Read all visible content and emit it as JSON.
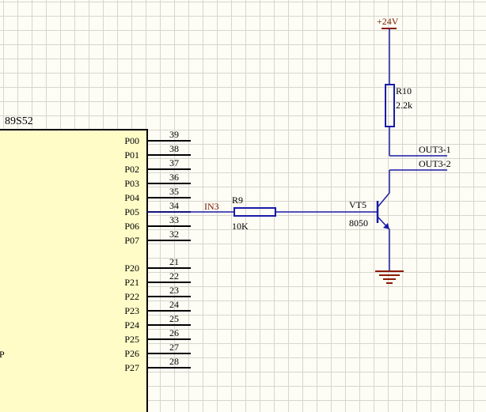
{
  "colors": {
    "background": "#fdfdf5",
    "grid": "#d6d6ce",
    "chip_fill": "#fffcc8",
    "wire_blue": "#1a1aa8",
    "pin_black": "#000000",
    "power_brown": "#8b1a00",
    "label_text": "#000000",
    "net_label_text": "#7a1a00"
  },
  "chip": {
    "name": "89S52",
    "partial_label": "P",
    "pins_group1": [
      {
        "name": "P00",
        "number": "39"
      },
      {
        "name": "P01",
        "number": "38"
      },
      {
        "name": "P02",
        "number": "37"
      },
      {
        "name": "P03",
        "number": "36"
      },
      {
        "name": "P04",
        "number": "35"
      },
      {
        "name": "P05",
        "number": "34"
      },
      {
        "name": "P06",
        "number": "33"
      },
      {
        "name": "P07",
        "number": "32"
      }
    ],
    "pins_group2": [
      {
        "name": "P20",
        "number": "21"
      },
      {
        "name": "P21",
        "number": "22"
      },
      {
        "name": "P22",
        "number": "23"
      },
      {
        "name": "P23",
        "number": "24"
      },
      {
        "name": "P24",
        "number": "25"
      },
      {
        "name": "P25",
        "number": "26"
      },
      {
        "name": "P26",
        "number": "27"
      },
      {
        "name": "P27",
        "number": "28"
      }
    ]
  },
  "net_in": "IN3",
  "r9": {
    "ref": "R9",
    "value": "10K"
  },
  "r10": {
    "ref": "R10",
    "value": "2.2k"
  },
  "vt5": {
    "ref": "VT5",
    "value": "8050"
  },
  "power": "+24V",
  "out1": "OUT3-1",
  "out2": "OUT3-2",
  "ground_icon": "ground-symbol"
}
